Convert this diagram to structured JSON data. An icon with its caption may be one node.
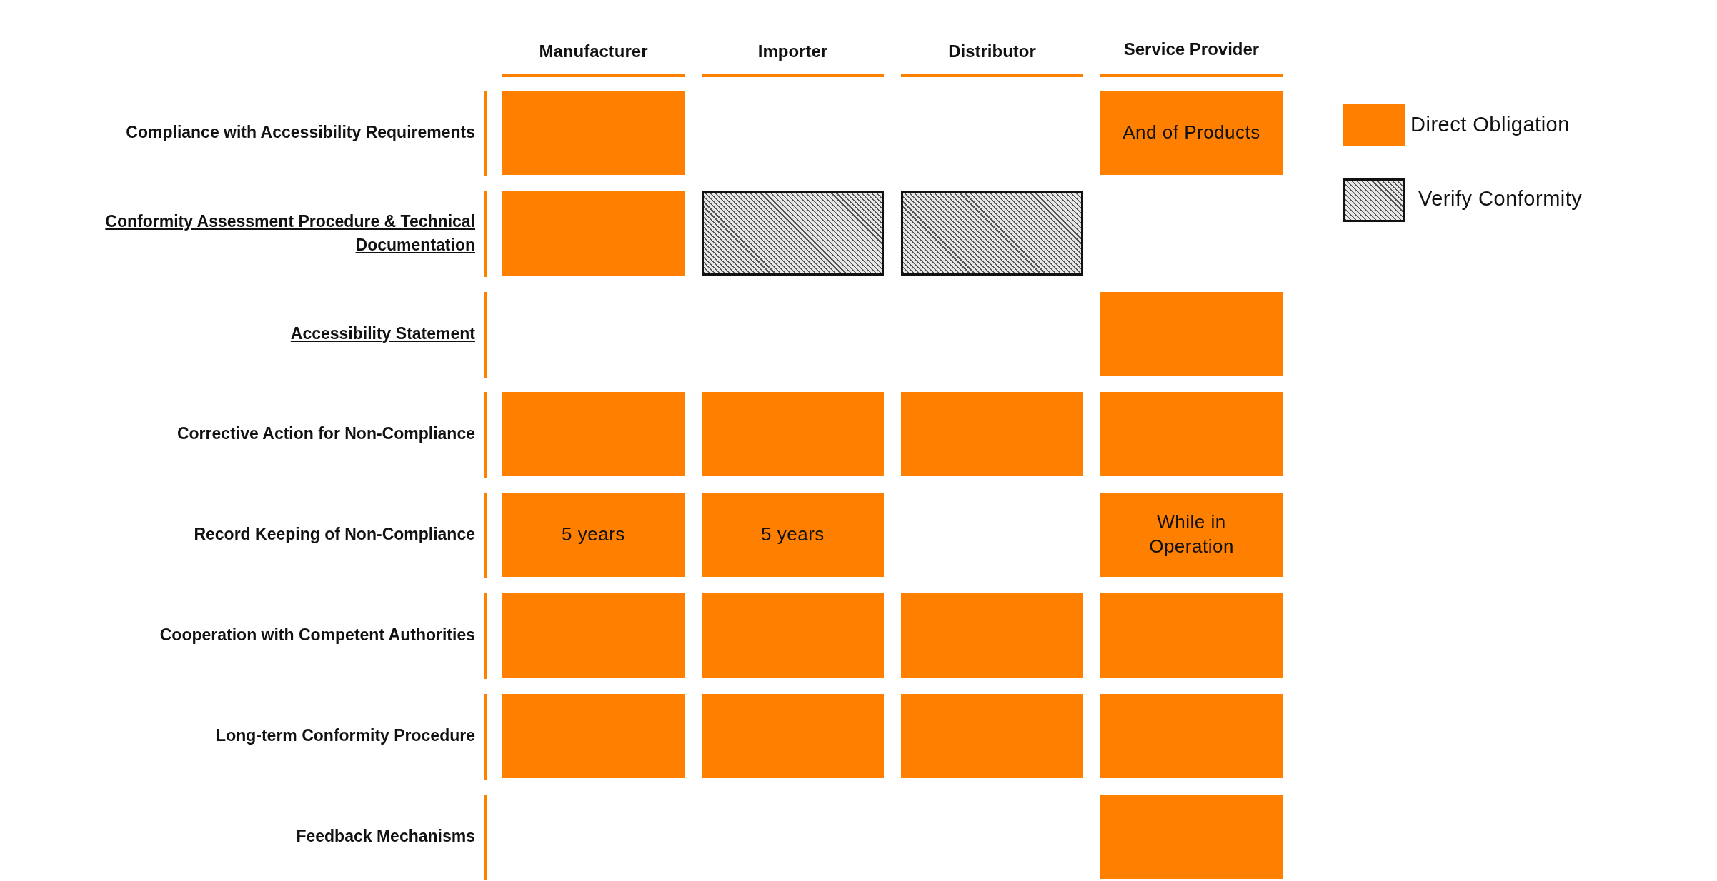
{
  "diagram": {
    "nodes": [
      {
        "text": [],
        "shape": "box"
      },
      {
        "text": [
          "And of Products"
        ]
      },
      {
        "text": [],
        "shape": "box"
      },
      {
        "text": [],
        "shape": "box"
      },
      {
        "text": [],
        "shape": "box"
      },
      {
        "text": [],
        "shape": "box"
      },
      {
        "text": [],
        "shape": "box"
      },
      {
        "text": [],
        "shape": "box"
      },
      {
        "text": [],
        "shape": "box"
      },
      {
        "text": [],
        "shape": "box"
      },
      {
        "text": [
          "5 years"
        ]
      },
      {
        "text": [
          "5 years"
        ]
      },
      {
        "text": [
          "While in Operation"
        ]
      },
      {
        "text": [],
        "shape": "box"
      },
      {
        "text": [],
        "shape": "box"
      },
      {
        "text": [],
        "shape": "box"
      },
      {
        "text": [],
        "shape": "box"
      },
      {
        "text": [],
        "shape": "box"
      },
      {
        "text": [],
        "shape": "box"
      },
      {
        "text": [],
        "shape": "box"
      },
      {
        "text": [],
        "shape": "box"
      },
      {
        "text": [],
        "shape": "box"
      }
    ],
    "labels": [
      "Manufacturer",
      "Importer",
      "Distributor",
      "Service Provider",
      "Compliance with Accessibility Requirements",
      "Conformity Assessment Procedure & Technical Documentation",
      "Accessibility Statement",
      "Corrective Action for Non-Compliance",
      "Record Keeping of Non-Compliance",
      "Cooperation with Competent Authorities",
      "Long-term Conformity Procedure",
      "Feedback Mechanisms"
    ],
    "legend": [
      {
        "text": "Direct Obligation",
        "color": "#ff7f00"
      },
      {
        "text": "Verify Conformity"
      }
    ]
  }
}
